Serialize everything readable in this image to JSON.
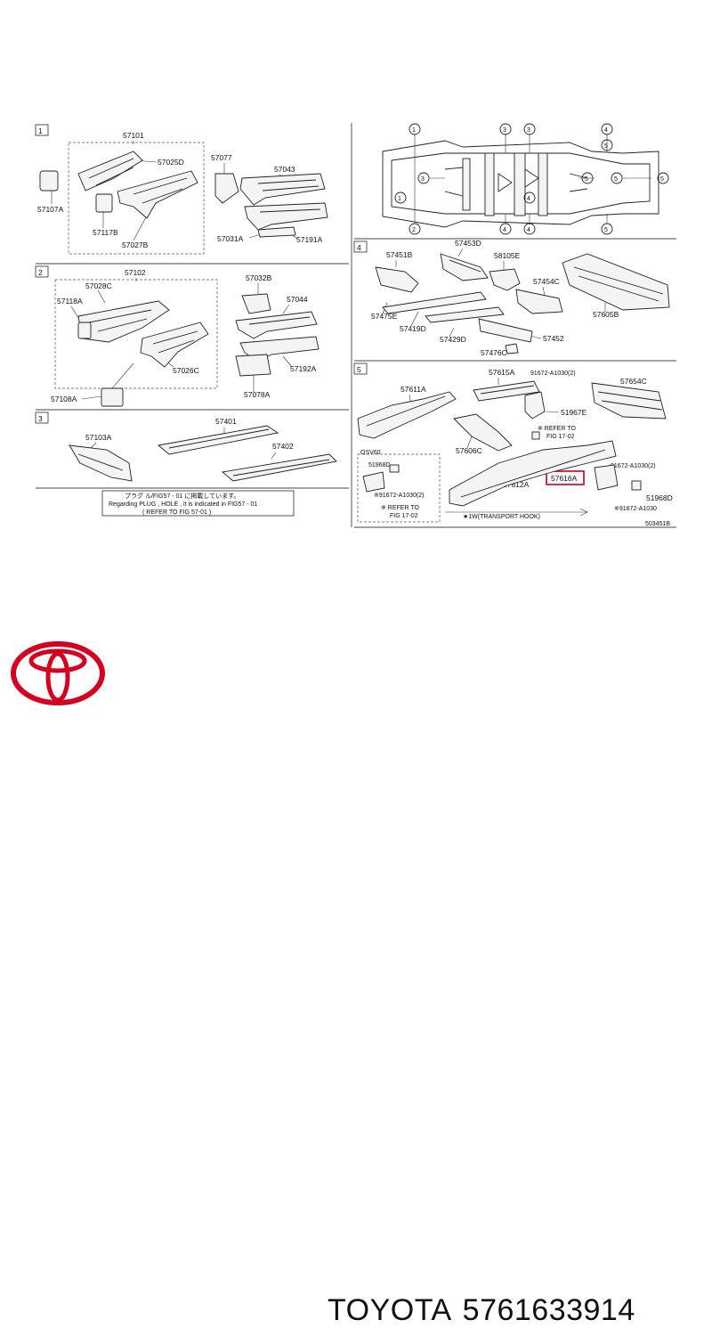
{
  "sections": [
    {
      "id": "s1",
      "index": "1",
      "labels": [
        "57101",
        "57025D",
        "57107A",
        "57117B",
        "57027B",
        "57077",
        "57043",
        "57031A",
        "57191A"
      ]
    },
    {
      "id": "s2",
      "index": "2",
      "labels": [
        "57102",
        "57028C",
        "57118A",
        "57026C",
        "57108A",
        "57032B",
        "57044",
        "57192A",
        "57078A"
      ]
    },
    {
      "id": "s3",
      "index": "3",
      "labels": [
        "57103A",
        "57401",
        "57402"
      ]
    },
    {
      "id": "s4",
      "index": "4",
      "labels": [
        "57451B",
        "57453D",
        "58105E",
        "57454C",
        "57605B",
        "57475E",
        "57419D",
        "57429D",
        "57452",
        "57476C"
      ]
    },
    {
      "id": "s5",
      "index": "5",
      "labels": [
        "57615A",
        "91672-A1030(2)",
        "57654C",
        "57611A",
        "51967E",
        "※ REFER TO",
        "FIG 17-02",
        "57606C",
        "57612A",
        "57616A",
        "91672-A1030(2)",
        "51968D",
        "※91672-A1030",
        "OSV60",
        "51968D",
        "※91672-A1030(2)",
        "※ REFER TO",
        "FIG 17-02",
        "★1W(TRANSPORT HOOK)",
        "503451B"
      ]
    }
  ],
  "frame_markers": [
    "1",
    "3",
    "3",
    "4",
    "5",
    "5",
    "1",
    "3",
    "4",
    "5",
    "5",
    "2",
    "4",
    "4",
    "5"
  ],
  "note_lines": [
    "プラグ   ル/FIG57 - 01 に掲載しています。",
    "Regarding PLUG , HOLE , it is indicated in FIG57 - 01",
    "( REFER TO FIG 57-01 )"
  ],
  "highlighted_part": "57616A",
  "brand": {
    "name": "TOYOTA",
    "part_number": "5761633914",
    "logo": "toyota-emblem-icon",
    "color": "#d4001f"
  }
}
